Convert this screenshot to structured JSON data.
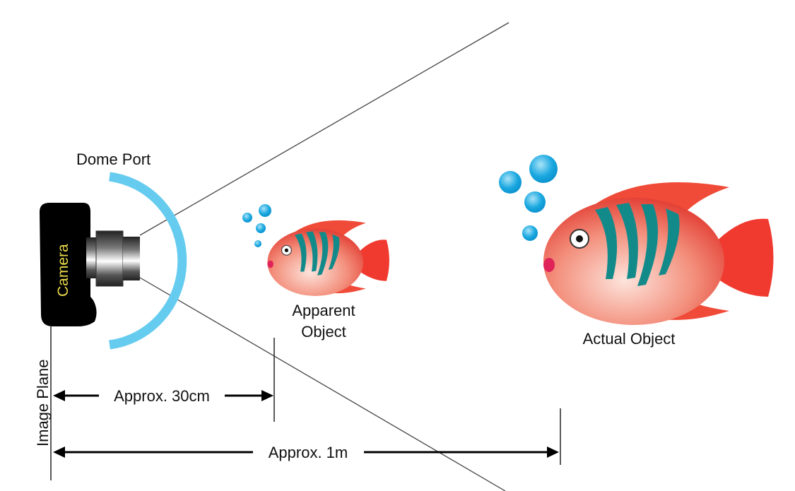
{
  "labels": {
    "dome_port": "Dome Port",
    "camera": "Camera",
    "apparent_object_line1": "Apparent",
    "apparent_object_line2": "Object",
    "actual_object": "Actual Object",
    "image_plane": "Image Plane",
    "distance_apparent": "Approx. 30cm",
    "distance_actual": "Approx. 1m"
  },
  "colors": {
    "dome": "#66ccef",
    "camera_body": "#000000",
    "camera_text": "#e8d84a",
    "bubble": "#1aa8e0",
    "fish_body": "#f06a55",
    "fish_stripe": "#138a8a"
  }
}
